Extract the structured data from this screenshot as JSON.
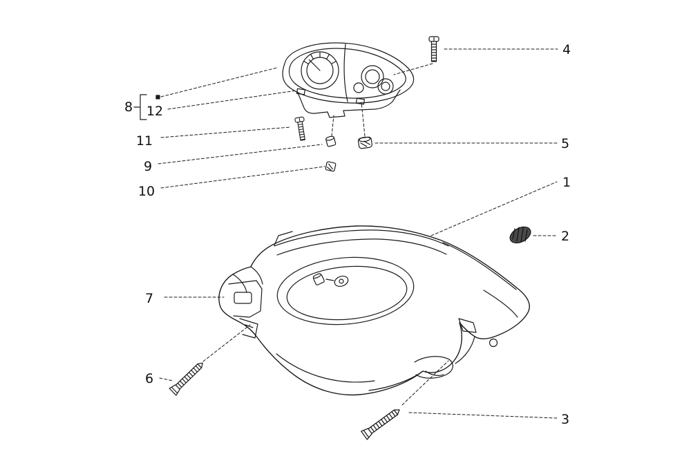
{
  "colors": {
    "background": "#ffffff",
    "line": "#1a1a1a"
  },
  "callouts": {
    "n1": "1",
    "n2": "2",
    "n3": "3",
    "n4": "4",
    "n5": "5",
    "n6": "6",
    "n7": "7",
    "n8": "8",
    "n9": "9",
    "n10": "10",
    "n11": "11",
    "n12": "12"
  }
}
